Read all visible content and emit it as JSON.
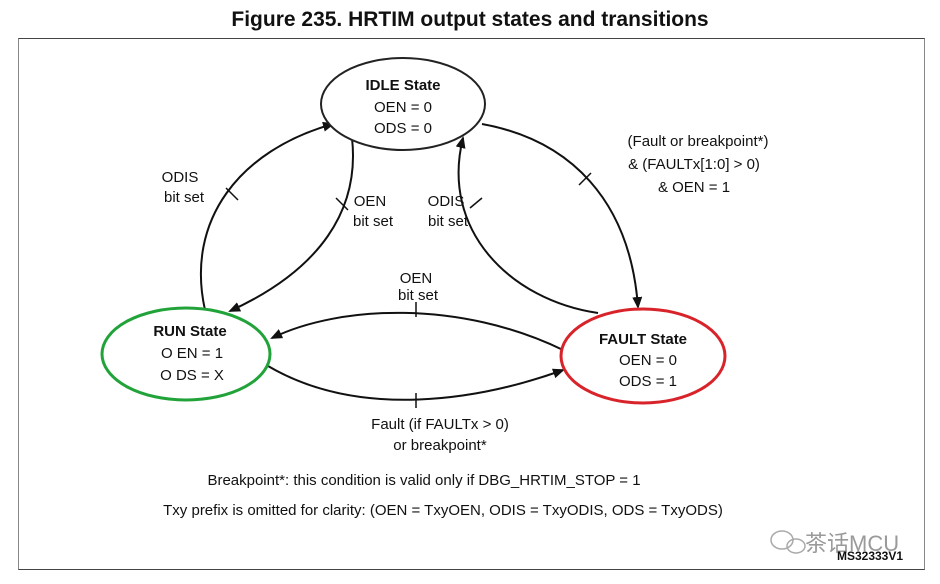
{
  "title": "Figure 235. HRTIM output states and transitions",
  "states": {
    "idle": {
      "name": "IDLE State",
      "line1": "OEN = 0",
      "line2": "ODS = 0"
    },
    "run": {
      "name": "RUN State",
      "line1": "O EN = 1",
      "line2": "O DS = X"
    },
    "fault": {
      "name": "FAULT State",
      "line1": "OEN = 0",
      "line2": "ODS = 1"
    }
  },
  "transitions": {
    "run_to_idle": {
      "line1": "ODIS",
      "line2": "bit set"
    },
    "idle_to_run": {
      "line1": "OEN",
      "line2": "bit set"
    },
    "fault_to_idle": {
      "line1": "ODIS",
      "line2": "bit set"
    },
    "idle_to_fault": {
      "line1": "(Fault or breakpoint*)",
      "line2": "& (FAULTx[1:0] > 0)",
      "line3": "& OEN = 1"
    },
    "fault_to_run": {
      "line1": "OEN",
      "line2": "bit set"
    },
    "run_to_fault": {
      "line1": "Fault (if FAULTx > 0)",
      "line2": "or breakpoint*"
    }
  },
  "notes": {
    "note1": "Breakpoint*: this condition is valid only if DBG_HRTIM_STOP = 1",
    "note2": "Txy prefix is omitted for clarity: (OEN = TxyOEN, ODIS = TxyODIS, ODS = TxyODS)"
  },
  "figure_id": "MS32333V1",
  "watermark": "茶话MCU",
  "colors": {
    "run_border": "#22a33a",
    "fault_border": "#d9232a",
    "idle_border": "#222222"
  }
}
